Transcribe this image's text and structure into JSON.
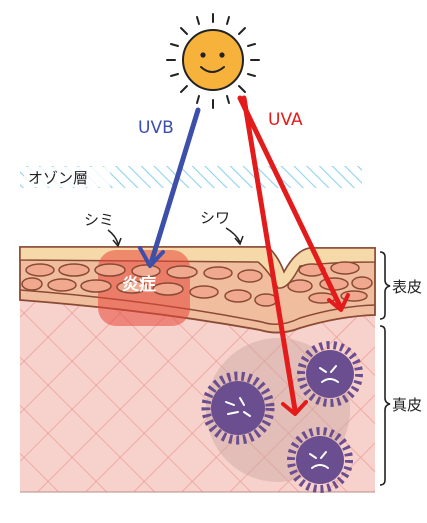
{
  "labels": {
    "uvb": "UVB",
    "uva": "UVA",
    "ozone": "オゾン層",
    "spot": "シミ",
    "wrinkle": "シワ",
    "inflammation": "炎症",
    "epidermis": "表皮",
    "dermis": "真皮"
  },
  "colors": {
    "uvb": "#3d4fa8",
    "uva": "#e31b1b",
    "sun": "#f7b23b",
    "ozone": "#8fd3ee",
    "epidermis_top": "#f6d9a8",
    "cell_fill": "#f0a98e",
    "cell_stroke": "#8a4a35",
    "dermis_fill": "#f7d2cc",
    "dermis_grid": "#ee9f98",
    "inflammation": "#e8473a",
    "germ": "#6a4e8f"
  },
  "icons": [
    "sun-icon",
    "germ-icon"
  ]
}
